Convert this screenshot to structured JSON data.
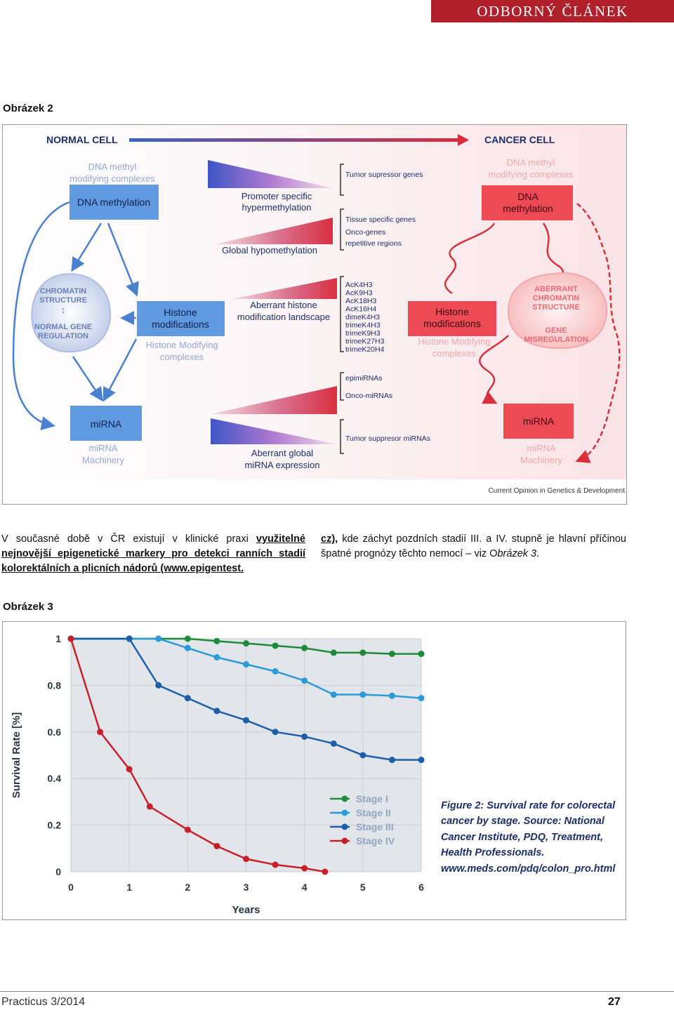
{
  "header": {
    "section_label": "ODBORNÝ ČLÁNEK"
  },
  "figure2": {
    "caption": "Obrázek 2",
    "normal_cell": "NORMAL CELL",
    "cancer_cell": "CANCER CELL",
    "normal": {
      "dna_complex": [
        "DNA methyl",
        "modifying complexes"
      ],
      "dna_box": "DNA methylation",
      "chromatin": [
        "CHROMATIN",
        "STRUCTURE",
        "NORMAL GENE",
        "REGULATION"
      ],
      "histone_box": [
        "Histone",
        "modifications"
      ],
      "histone_complex": [
        "Histone Modifying",
        "complexes"
      ],
      "mirna_box": "miRNA",
      "mirna_machinery": [
        "miRNA",
        "Machinery"
      ]
    },
    "middle": {
      "promoter": [
        "Promoter specific",
        "hypermethylation"
      ],
      "global_hypo": "Global hypomethylation",
      "aberrant_histone": [
        "Aberrant histone",
        "modification landscape"
      ],
      "aberrant_mirna": [
        "Aberrant global",
        "miRNA expression"
      ]
    },
    "gene_lists": {
      "tumor_suppressor": "Tumor supressor genes",
      "tissue": [
        "Tissue specific genes",
        "Onco-genes",
        "repetitive regions"
      ],
      "histone_marks": [
        "AcK4H3",
        "AcK9H3",
        "AcK18H3",
        "AcK16H4",
        "dimeK4H3",
        "trimeK4H3",
        "trimeK9H3",
        "trimeK27H3",
        "trimeK20H4"
      ],
      "mirnas_top": [
        "epimiRNAs",
        "Onco-miRNAs"
      ],
      "mirnas_bottom": "Tumor suppresor miRNAs"
    },
    "cancer": {
      "dna_complex": [
        "DNA methyl",
        "modifying complexes"
      ],
      "dna_box": [
        "DNA",
        "methylation"
      ],
      "chromatin": [
        "ABERRANT",
        "CHROMATIN",
        "STRUCTURE",
        "GENE",
        "MISREGULATION"
      ],
      "histone_box": [
        "Histone",
        "modifications"
      ],
      "histone_complex": [
        "Histone Modifying",
        "complexes"
      ],
      "mirna_box": "miRNA",
      "mirna_machinery": [
        "miRNA",
        "Machinery"
      ]
    },
    "source": "Current Opinion in Genetics & Development"
  },
  "body_text": {
    "left_plain": "V současné době v ČR existují v klinické praxi ",
    "left_link": "využitelné nejnovější epigenetické markery pro detekci ranních stadií kolorektálních a plicních nádorů (www.epigentest.",
    "right_link": "cz),",
    "right_plain": " kde záchyt pozdních stadií III. a IV. stupně je hlavní příčinou špatné prognózy těchto nemocí – viz O",
    "right_italic": "brázek 3",
    "right_end": "."
  },
  "figure3": {
    "caption": "Obrázek 3",
    "note": [
      "Figure 2: Survival rate for colorectal",
      "cancer by stage. Source: National",
      "Cancer Institute, PDQ, Treatment,",
      "Health Professionals.",
      "www.meds.com/pdq/colon_pro.html"
    ]
  },
  "chart_data": {
    "type": "line",
    "xlabel": "Years",
    "ylabel": "Survival Rate [%]",
    "xlim": [
      0,
      6
    ],
    "ylim": [
      0,
      1
    ],
    "xticks": [
      "0",
      "1",
      "2",
      "3",
      "4",
      "5",
      "6"
    ],
    "yticks": [
      "0",
      "0.2",
      "0.4",
      "0.6",
      "0.8",
      "1"
    ],
    "grid": true,
    "legend_position": "bottom-middle",
    "series": [
      {
        "name": "Stage I",
        "color": "#1e8a3a",
        "points": [
          [
            0,
            1
          ],
          [
            1,
            1
          ],
          [
            1.5,
            1
          ],
          [
            2,
            1
          ],
          [
            2.5,
            0.99
          ],
          [
            3,
            0.98
          ],
          [
            3.5,
            0.97
          ],
          [
            4,
            0.96
          ],
          [
            4.5,
            0.94
          ],
          [
            5,
            0.94
          ],
          [
            5.5,
            0.935
          ],
          [
            6,
            0.935
          ]
        ]
      },
      {
        "name": "Stage II",
        "color": "#2a9ad8",
        "points": [
          [
            0,
            1
          ],
          [
            1,
            1
          ],
          [
            1.5,
            1
          ],
          [
            2,
            0.96
          ],
          [
            2.5,
            0.92
          ],
          [
            3,
            0.89
          ],
          [
            3.5,
            0.86
          ],
          [
            4,
            0.82
          ],
          [
            4.5,
            0.76
          ],
          [
            5,
            0.76
          ],
          [
            5.5,
            0.755
          ],
          [
            6,
            0.745
          ]
        ]
      },
      {
        "name": "Stage III",
        "color": "#1c5fa8",
        "points": [
          [
            0,
            1
          ],
          [
            1,
            1
          ],
          [
            1.5,
            0.8
          ],
          [
            2,
            0.745
          ],
          [
            2.5,
            0.69
          ],
          [
            3,
            0.65
          ],
          [
            3.5,
            0.6
          ],
          [
            4,
            0.58
          ],
          [
            4.5,
            0.55
          ],
          [
            5,
            0.5
          ],
          [
            5.5,
            0.48
          ],
          [
            6,
            0.48
          ]
        ]
      },
      {
        "name": "Stage IV",
        "color": "#c8202a",
        "points": [
          [
            0,
            1
          ],
          [
            0.5,
            0.6
          ],
          [
            1,
            0.44
          ],
          [
            1.35,
            0.28
          ],
          [
            2,
            0.18
          ],
          [
            2.5,
            0.11
          ],
          [
            3,
            0.055
          ],
          [
            3.5,
            0.03
          ],
          [
            4,
            0.015
          ],
          [
            4.35,
            0
          ]
        ]
      }
    ]
  },
  "footer": {
    "journal": "Practicus 3/2014",
    "page": "27"
  }
}
